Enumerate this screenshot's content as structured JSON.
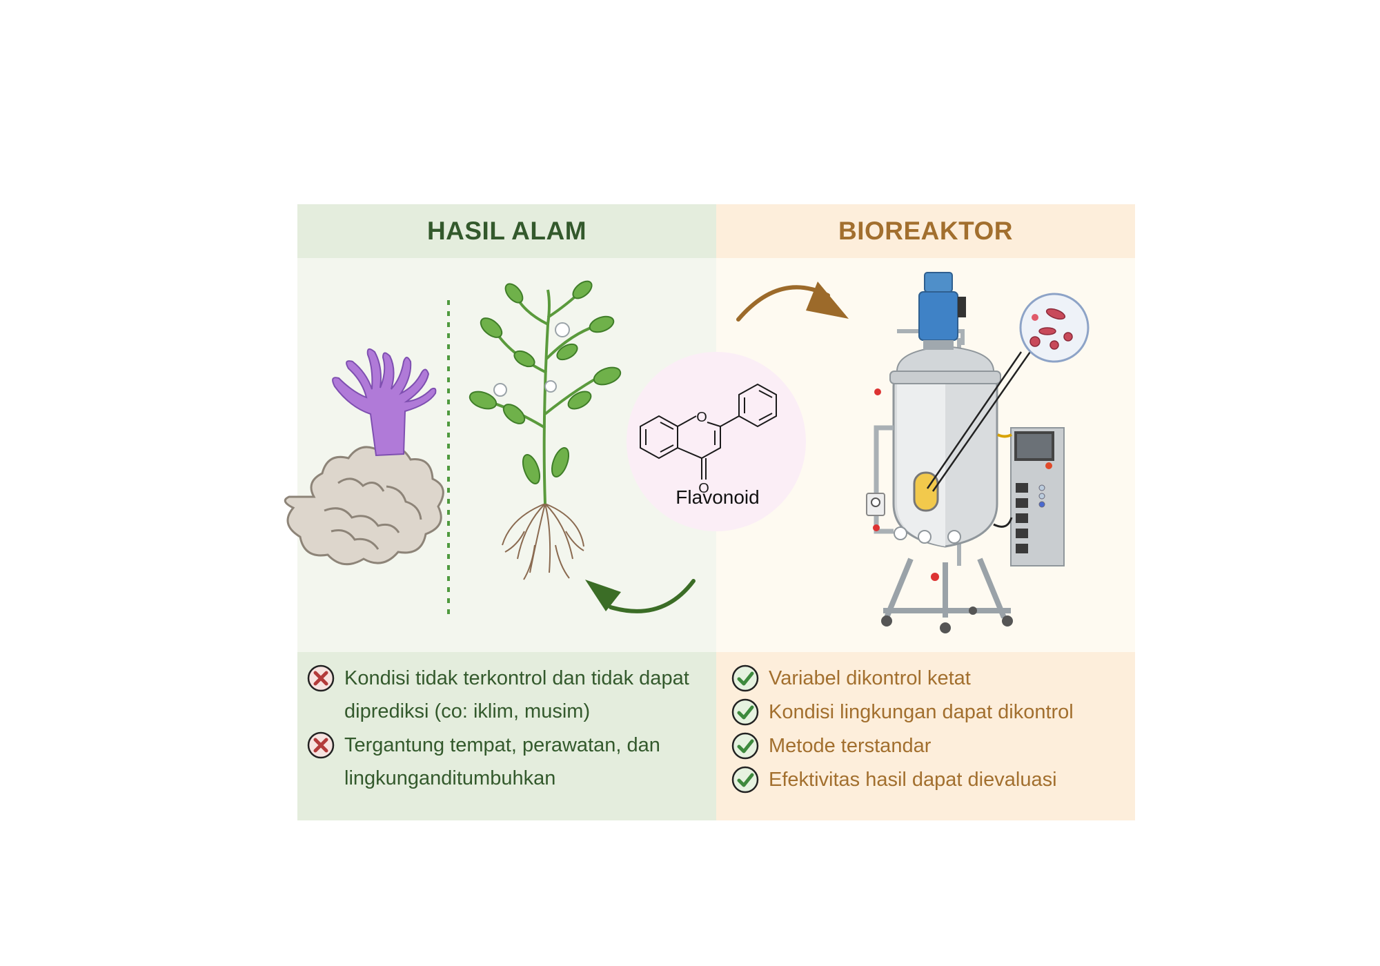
{
  "left": {
    "title": "HASIL ALAM",
    "items": [
      "Kondisi tidak terkontrol dan tidak dapat diprediksi (co: iklim, musim)",
      "Tergantung tempat, perawatan, dan lingkunganditumbuhkan"
    ]
  },
  "right": {
    "title": "BIOREAKTOR",
    "items": [
      "Variabel dikontrol ketat",
      "Kondisi lingkungan dapat dikontrol",
      "Metode terstandar",
      "Efektivitas hasil dapat dievaluasi"
    ]
  },
  "molecule": {
    "label": "Flavonoid",
    "oxygen_ring": "O",
    "oxygen_keto": "O"
  },
  "colors": {
    "left_header_bg": "#e4eddd",
    "right_header_bg": "#fdeedb",
    "left_text": "#33592c",
    "right_text": "#a26f2e",
    "cross_icon": "#b33a3a",
    "check_icon": "#3d8a3d",
    "arrow_brown": "#9c6a2a",
    "arrow_green": "#3b6d26"
  },
  "icons": {
    "negative": "cross-circle-icon",
    "positive": "check-circle-icon"
  }
}
